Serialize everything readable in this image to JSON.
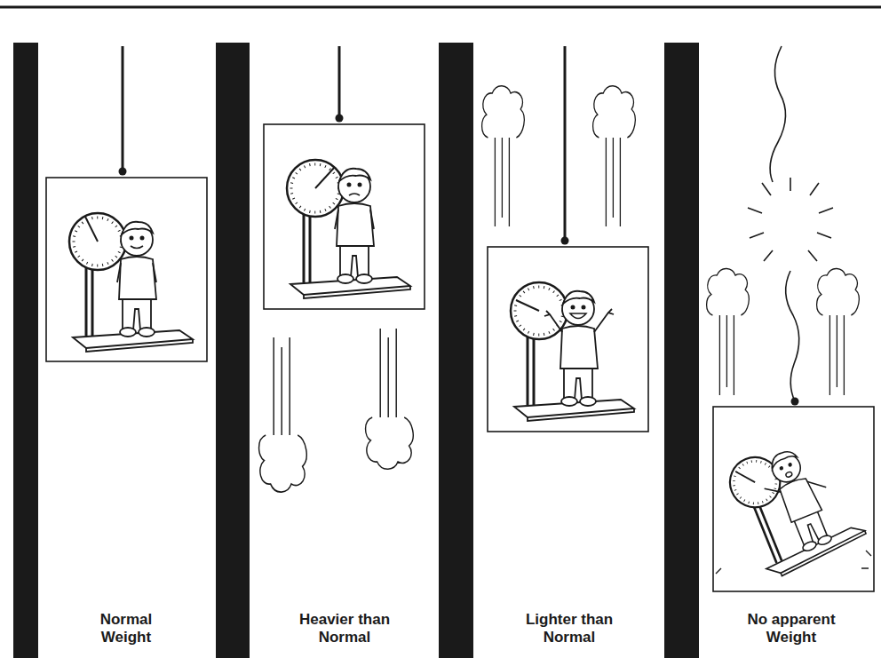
{
  "diagram": {
    "labels": [
      "Normal Weight",
      "Heavier than Normal",
      "Lighter than Normal",
      "No apparent Weight"
    ]
  }
}
